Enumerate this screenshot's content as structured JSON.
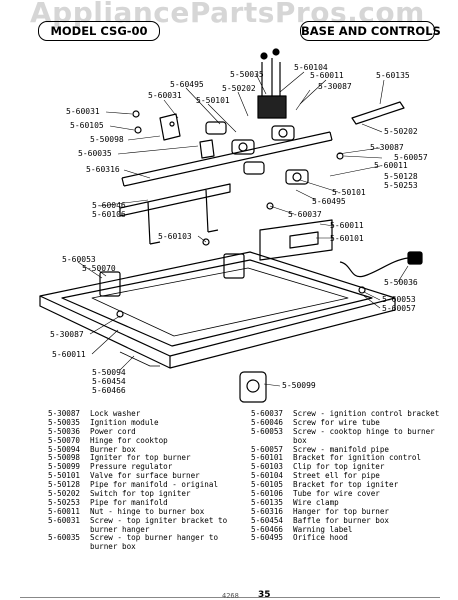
{
  "watermark": "AppliancePartsPros.com",
  "header": {
    "model_label": "MODEL CSG-00",
    "section_title": "BASE AND CONTROLS"
  },
  "callouts": [
    {
      "id": "c1",
      "text": "5-60104"
    },
    {
      "id": "c2",
      "text": "5-50035"
    },
    {
      "id": "c3",
      "text": "5-60011"
    },
    {
      "id": "c4",
      "text": "5-60135"
    },
    {
      "id": "c5",
      "text": "5-60495"
    },
    {
      "id": "c6",
      "text": "5-50202"
    },
    {
      "id": "c7",
      "text": "5-30087"
    },
    {
      "id": "c8",
      "text": "5-60031"
    },
    {
      "id": "c9",
      "text": "5-50101"
    },
    {
      "id": "c10",
      "text": "5-60031"
    },
    {
      "id": "c11",
      "text": "5-60105"
    },
    {
      "id": "c12",
      "text": "5-50202"
    },
    {
      "id": "c13",
      "text": "5-50098"
    },
    {
      "id": "c14",
      "text": "5-30087"
    },
    {
      "id": "c15",
      "text": "5-60035"
    },
    {
      "id": "c16",
      "text": "5-60057"
    },
    {
      "id": "c17",
      "text": "5-60316"
    },
    {
      "id": "c18",
      "text": "5-60011"
    },
    {
      "id": "c19",
      "text": "5-50128"
    },
    {
      "id": "c20",
      "text": "5-50253"
    },
    {
      "id": "c21",
      "text": "5-50101"
    },
    {
      "id": "c22",
      "text": "5-60495"
    },
    {
      "id": "c23",
      "text": "5-60046"
    },
    {
      "id": "c24",
      "text": "5-60106"
    },
    {
      "id": "c25",
      "text": "5-60037"
    },
    {
      "id": "c26",
      "text": "5-60011"
    },
    {
      "id": "c27",
      "text": "5-60103"
    },
    {
      "id": "c28",
      "text": "5-60101"
    },
    {
      "id": "c29",
      "text": "5-60053"
    },
    {
      "id": "c30",
      "text": "5-50070"
    },
    {
      "id": "c31",
      "text": "5-50036"
    },
    {
      "id": "c32",
      "text": "5-60053"
    },
    {
      "id": "c33",
      "text": "5-60057"
    },
    {
      "id": "c34",
      "text": "5-30087"
    },
    {
      "id": "c35",
      "text": "5-60011"
    },
    {
      "id": "c36",
      "text": "5-50094"
    },
    {
      "id": "c37",
      "text": "5-60454"
    },
    {
      "id": "c38",
      "text": "5-60466"
    },
    {
      "id": "c39",
      "text": "5-50099"
    }
  ],
  "legend_left": [
    {
      "num": "5-30087",
      "desc": "Lock washer"
    },
    {
      "num": "5-50035",
      "desc": "Ignition module"
    },
    {
      "num": "5-50036",
      "desc": "Power cord"
    },
    {
      "num": "5-50070",
      "desc": "Hinge for cooktop"
    },
    {
      "num": "5-50094",
      "desc": "Burner box"
    },
    {
      "num": "5-50098",
      "desc": "Igniter for top burner"
    },
    {
      "num": "5-50099",
      "desc": "Pressure regulator"
    },
    {
      "num": "5-50101",
      "desc": "Valve for surface burner"
    },
    {
      "num": "5-50128",
      "desc": "Pipe for manifold - original"
    },
    {
      "num": "5-50202",
      "desc": "Switch for top igniter"
    },
    {
      "num": "5-50253",
      "desc": "Pipe for manifold"
    },
    {
      "num": "5-60011",
      "desc": "Nut - hinge to burner box"
    },
    {
      "num": "5-60031",
      "desc": "Screw - top igniter bracket to"
    },
    {
      "num": "",
      "desc": "burner hanger"
    },
    {
      "num": "5-60035",
      "desc": "Screw - top burner hanger to"
    },
    {
      "num": "",
      "desc": "burner box"
    }
  ],
  "legend_right": [
    {
      "num": "5-60037",
      "desc": "Screw - ignition control bracket"
    },
    {
      "num": "5-60046",
      "desc": "Screw for wire tube"
    },
    {
      "num": "5-60053",
      "desc": "Screw - cooktop hinge to burner"
    },
    {
      "num": "",
      "desc": "box"
    },
    {
      "num": "5-60057",
      "desc": "Screw - manifold pipe"
    },
    {
      "num": "5-60101",
      "desc": "Bracket for ignition control"
    },
    {
      "num": "5-60103",
      "desc": "Clip for top igniter"
    },
    {
      "num": "5-60104",
      "desc": "Street ell for pipe"
    },
    {
      "num": "5-60105",
      "desc": "Bracket for top igniter"
    },
    {
      "num": "5-60106",
      "desc": "Tube for wire cover"
    },
    {
      "num": "5-60135",
      "desc": "Wire clamp"
    },
    {
      "num": "5-60316",
      "desc": "Hanger for top burner"
    },
    {
      "num": "5-60454",
      "desc": "Baffle for burner box"
    },
    {
      "num": "5-60466",
      "desc": "Warning label"
    },
    {
      "num": "5-60495",
      "desc": "Orifice hood"
    }
  ],
  "footer": {
    "code": "4268",
    "page": "35"
  }
}
